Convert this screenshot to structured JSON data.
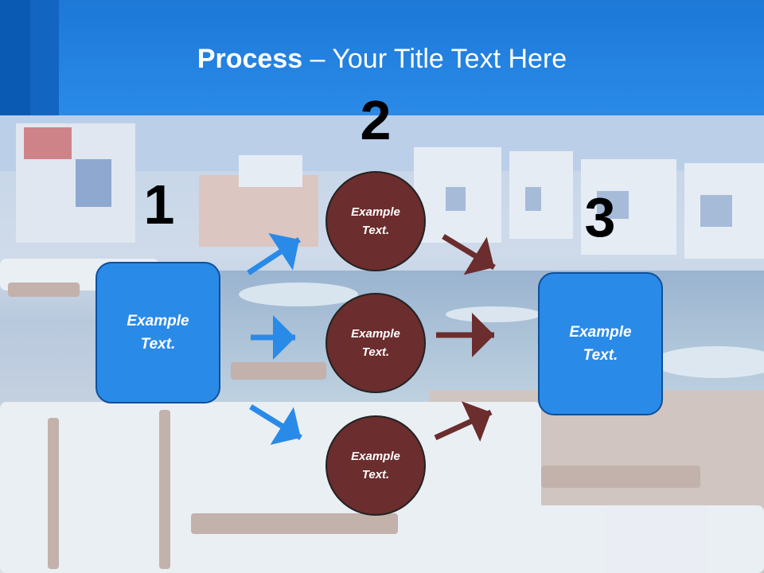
{
  "title": {
    "bold": "Process",
    "rest": " – Your Title Text Here"
  },
  "steps": [
    {
      "number": "1",
      "box_text": "Example Text."
    },
    {
      "number": "2",
      "circles": [
        "Example Text.",
        "Example Text.",
        "Example Text."
      ]
    },
    {
      "number": "3",
      "box_text": "Example Text."
    }
  ],
  "colors": {
    "header": "#1d78d6",
    "box": "#2a8ae8",
    "circle": "#6b2d2d",
    "arrow_blue": "#2a8ae8",
    "arrow_brown": "#6b2d2d"
  }
}
